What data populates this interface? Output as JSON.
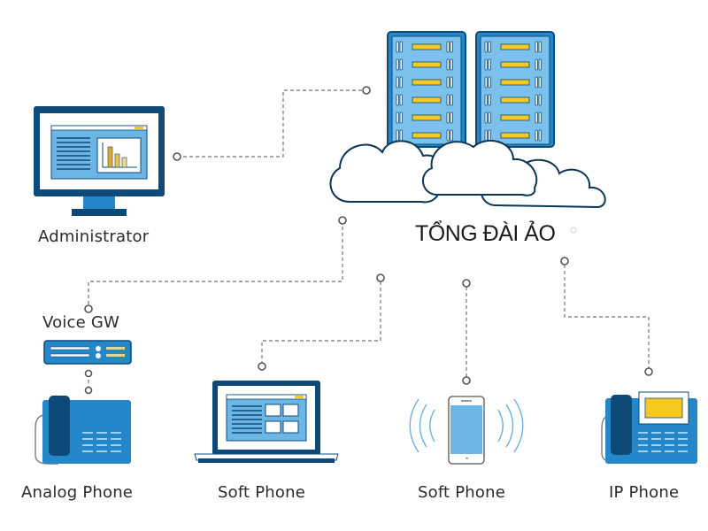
{
  "title": "TỔNG ĐÀI ẢO",
  "colors": {
    "dark_blue": "#0d4a78",
    "mid_blue": "#2387c9",
    "light_blue": "#6cb6e6",
    "accent_yellow": "#f7c81e",
    "line_gray": "#8a8a8a",
    "text": "#2b2b2b"
  },
  "nodes": [
    {
      "id": "cloud-pbx",
      "label": "TỔNG ĐÀI ẢO",
      "icon": "cloud-server-icon"
    },
    {
      "id": "administrator",
      "label": "Administrator",
      "icon": "desktop-monitor-icon"
    },
    {
      "id": "voice-gw",
      "label": "Voice GW",
      "icon": "gateway-device-icon"
    },
    {
      "id": "analog-phone",
      "label": "Analog Phone",
      "icon": "desk-phone-icon"
    },
    {
      "id": "soft-phone-laptop",
      "label": "Soft Phone",
      "icon": "laptop-icon"
    },
    {
      "id": "soft-phone-mobile",
      "label": "Soft Phone",
      "icon": "smartphone-icon"
    },
    {
      "id": "ip-phone",
      "label": "IP Phone",
      "icon": "ip-phone-icon"
    }
  ],
  "edges": [
    {
      "from": "administrator",
      "to": "cloud-pbx"
    },
    {
      "from": "cloud-pbx",
      "to": "voice-gw"
    },
    {
      "from": "voice-gw",
      "to": "analog-phone"
    },
    {
      "from": "cloud-pbx",
      "to": "soft-phone-laptop"
    },
    {
      "from": "cloud-pbx",
      "to": "soft-phone-mobile"
    },
    {
      "from": "cloud-pbx",
      "to": "ip-phone"
    }
  ]
}
